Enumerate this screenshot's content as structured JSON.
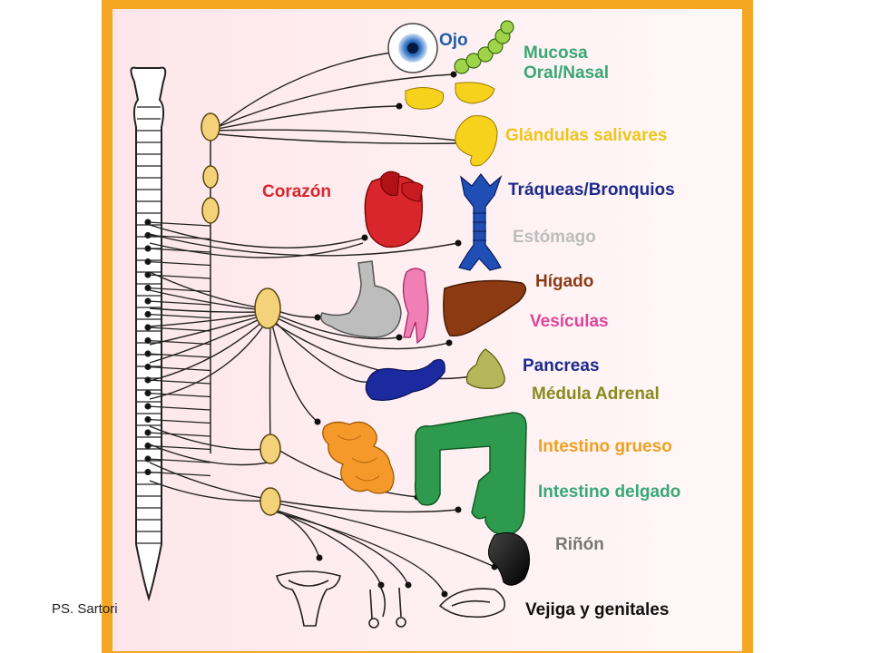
{
  "diagram": {
    "labels": {
      "ojo": "Ojo",
      "mucosa_line1": "Mucosa",
      "mucosa_line2": "Oral/Nasal",
      "glandulas": "Glándulas salivares",
      "corazon": "Corazón",
      "traqueas": "Tráqueas/Bronquios",
      "estomago": "Estómago",
      "higado": "Hígado",
      "vesiculas": "Vesículas",
      "pancreas": "Pancreas",
      "medula": "Médula Adrenal",
      "int_grueso": "Intestino grueso",
      "int_delgado": "Intestino delgado",
      "rinon": "Riñón",
      "vejiga": "Vejiga y genitales"
    },
    "colors": {
      "frame": "#f5a623",
      "panel": "#fdeef0",
      "ojo": "#1f5fa8",
      "mucosa": "#3aa776",
      "glandulas": "#f0c419",
      "corazon": "#d9262c",
      "traqueas": "#1c2a8c",
      "estomago": "#bdbdbd",
      "higado": "#8b3a12",
      "vesiculas": "#e0449a",
      "pancreas": "#1c2a8c",
      "medula": "#8a8a1e",
      "intestinos": "#3aa776",
      "int_grueso": "#f0a020",
      "rinon": "#777777",
      "vejiga": "#111111"
    }
  },
  "credit": "PS. Sartori"
}
